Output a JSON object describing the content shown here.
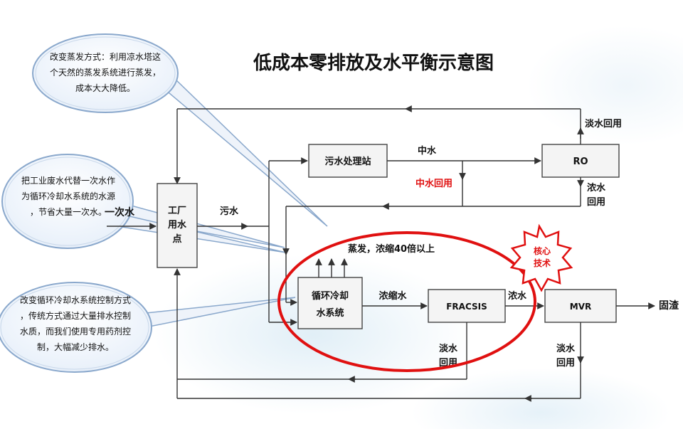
{
  "title": "低成本零排放及水平衡示意图",
  "boxes": {
    "factory": [
      "工厂",
      "用水",
      "点"
    ],
    "sewage_plant": "污水处理站",
    "ro": "RO",
    "cooling": [
      "循环冷却",
      "水系统"
    ],
    "fracsis": "FRACSIS",
    "mvr": "MVR"
  },
  "labels": {
    "primary_water": "一次水",
    "sewage": "污水",
    "middle_water": "中水",
    "middle_water_return": "中水回用",
    "fresh_return_top": "淡水回用",
    "concentrate_ro": [
      "浓水",
      "回用"
    ],
    "evaporation": "蒸发，浓缩40倍以上",
    "concentrated_water": "浓缩水",
    "concentrate_out": "浓水",
    "solid_waste": "固渣",
    "fresh_return_fracsis": [
      "淡水",
      "回用"
    ],
    "fresh_return_mvr": [
      "淡水",
      "回用"
    ],
    "core_tech": [
      "核心",
      "技术"
    ]
  },
  "callouts": {
    "evaporation": [
      "改变蒸发方式：利用凉水塔这",
      "个天然的蒸发系统进行蒸发，",
      "成本大大降低。"
    ],
    "wastewater": [
      "把工业废水代替一次水作",
      "为循环冷却水系统的水源",
      "，节省大量一次水。"
    ],
    "control": [
      "改变循环冷却水系统控制方式",
      "，传统方式通过大量排水控制",
      "水质，而我们使用专用药剂控",
      "制，大幅减少排水。"
    ]
  },
  "colors": {
    "highlight_ellipse": "#e01010",
    "middle_return_text": "#e01010",
    "callout_border": "#8aa8cc",
    "starburst": "#e01010"
  }
}
